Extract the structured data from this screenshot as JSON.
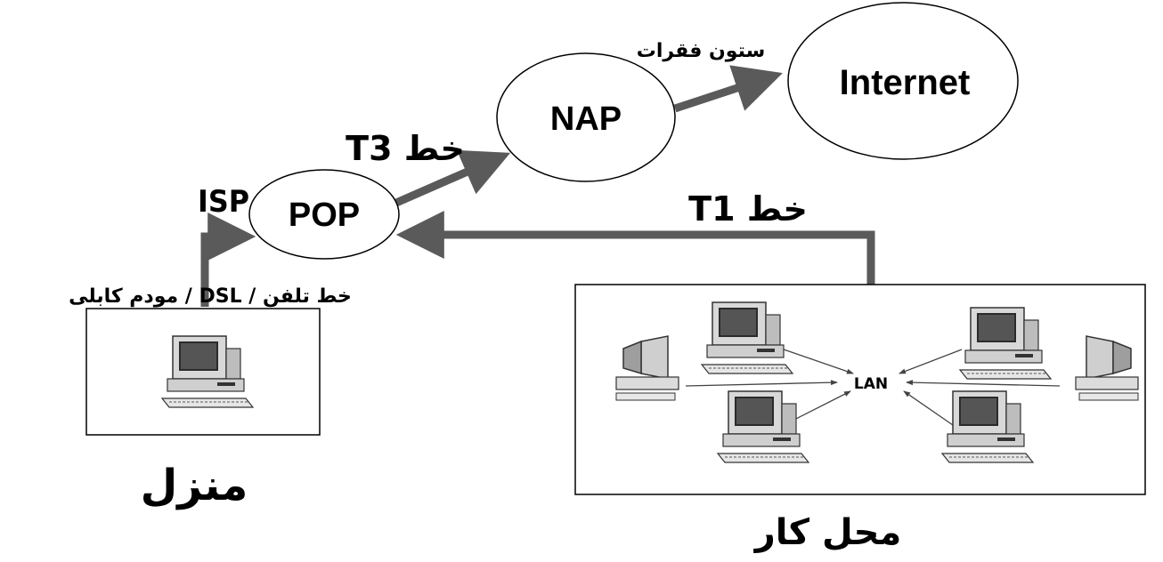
{
  "nodes": {
    "pop": "POP",
    "nap": "NAP",
    "internet": "Internet"
  },
  "labels": {
    "isp": "ISP",
    "t3_line": "خط T3",
    "t1_line": "خط T1",
    "backbone": "ستون فقرات",
    "home_connection": "خط تلفن / DSL / مودم کابلی",
    "lan": "LAN",
    "home": "منزل",
    "workplace": "محل کار"
  },
  "icons": {
    "home_computer": "desktop-computer-icon",
    "lan_computers": "desktop-computer-icon"
  },
  "colors": {
    "arrow": "#5a5a5a",
    "outline": "#000000"
  }
}
